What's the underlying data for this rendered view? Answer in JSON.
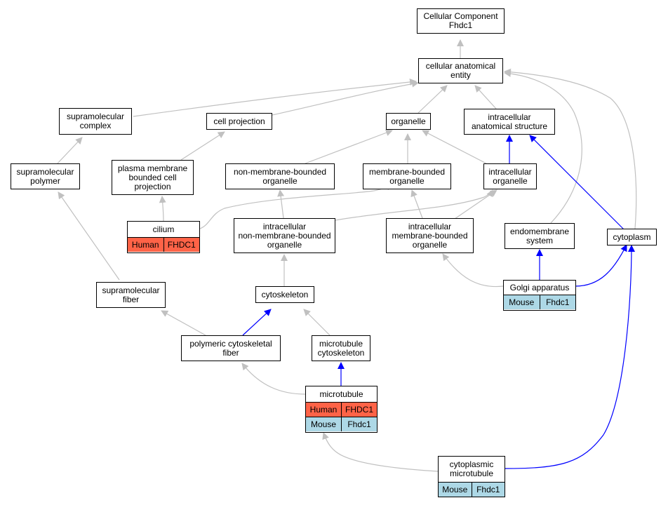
{
  "colors": {
    "edge_gray": "#c0c0c0",
    "edge_blue": "#0000ff",
    "human": "#ff6347",
    "mouse": "#add8e6"
  },
  "nodes": {
    "root": {
      "label": "Cellular Component\nFhdc1"
    },
    "cae": {
      "label": "cellular anatomical\nentity"
    },
    "smc": {
      "label": "supramolecular\ncomplex"
    },
    "cellproj": {
      "label": "cell projection"
    },
    "organelle": {
      "label": "organelle"
    },
    "ias": {
      "label": "intracellular\nanatomical structure"
    },
    "smp": {
      "label": "supramolecular\npolymer"
    },
    "pmbcp": {
      "label": "plasma membrane\nbounded cell\nprojection"
    },
    "nmbo": {
      "label": "non-membrane-bounded\norganelle"
    },
    "mbo": {
      "label": "membrane-bounded\norganelle"
    },
    "io": {
      "label": "intracellular\norganelle"
    },
    "cilium": {
      "label": "cilium",
      "rows": [
        {
          "species": "human",
          "cells": [
            "Human",
            "FHDC1"
          ]
        }
      ]
    },
    "inmbo": {
      "label": "intracellular\nnon-membrane-bounded\norganelle"
    },
    "imbo": {
      "label": "intracellular\nmembrane-bounded\norganelle"
    },
    "endo": {
      "label": "endomembrane\nsystem"
    },
    "cytoplasm": {
      "label": "cytoplasm"
    },
    "golgi": {
      "label": "Golgi apparatus",
      "rows": [
        {
          "species": "mouse",
          "cells": [
            "Mouse",
            "Fhdc1"
          ]
        }
      ]
    },
    "smf": {
      "label": "supramolecular\nfiber"
    },
    "cytoskeleton": {
      "label": "cytoskeleton"
    },
    "pcf": {
      "label": "polymeric cytoskeletal\nfiber"
    },
    "mtcs": {
      "label": "microtubule\ncytoskeleton"
    },
    "microtubule": {
      "label": "microtubule",
      "rows": [
        {
          "species": "human",
          "cells": [
            "Human",
            "FHDC1"
          ]
        },
        {
          "species": "mouse",
          "cells": [
            "Mouse",
            "Fhdc1"
          ]
        }
      ]
    },
    "cmt": {
      "label": "cytoplasmic\nmicrotubule",
      "rows": [
        {
          "species": "mouse",
          "cells": [
            "Mouse",
            "Fhdc1"
          ]
        }
      ]
    }
  }
}
